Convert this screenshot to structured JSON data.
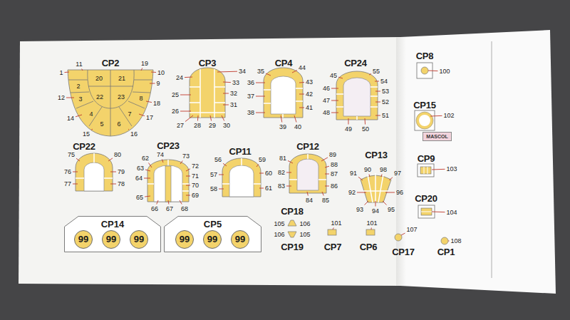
{
  "diagram": {
    "nodes": [
      {
        "text": [
          "MASCOL"
        ]
      },
      {
        "text": [
          "CP14"
        ]
      },
      {
        "text": [
          "99"
        ],
        "in": 1
      },
      {
        "text": [
          "99"
        ],
        "in": 1
      },
      {
        "text": [
          "99"
        ],
        "in": 1
      },
      {
        "text": [
          "CP5"
        ]
      },
      {
        "text": [
          "99"
        ],
        "in": 5
      },
      {
        "text": [
          "99"
        ],
        "in": 5
      },
      {
        "text": [
          "99"
        ],
        "in": 5
      }
    ],
    "labels": [
      "CP2",
      "11",
      "19",
      "1",
      "10",
      "2",
      "9",
      "12",
      "3",
      "18",
      "8",
      "14",
      "4",
      "7",
      "17",
      "15",
      "5",
      "6",
      "16",
      "20",
      "21",
      "22",
      "23",
      "CP3",
      "24",
      "34",
      "33",
      "25",
      "32",
      "31",
      "26",
      "27",
      "28",
      "29",
      "30",
      "CP4",
      "35",
      "44",
      "36",
      "43",
      "37",
      "42",
      "41",
      "38",
      "39",
      "40",
      "CP24",
      "45",
      "55",
      "54",
      "46",
      "53",
      "47",
      "52",
      "48",
      "51",
      "49",
      "50",
      "CP22",
      "75",
      "80",
      "76",
      "79",
      "77",
      "78",
      "CP23",
      "62",
      "74",
      "73",
      "63",
      "72",
      "64",
      "71",
      "70",
      "69",
      "65",
      "66",
      "67",
      "68",
      "CP11",
      "56",
      "59",
      "57",
      "60",
      "58",
      "61",
      "CP12",
      "81",
      "89",
      "88",
      "82",
      "87",
      "83",
      "86",
      "84",
      "85",
      "CP13",
      "91",
      "90",
      "98",
      "97",
      "92",
      "96",
      "93",
      "94",
      "95",
      "CP18",
      "105",
      "106",
      "106",
      "105",
      "CP19",
      "101",
      "CP7",
      "101",
      "CP6",
      "CP8",
      "100",
      "CP15",
      "102",
      "CP9",
      "103",
      "CP20",
      "104",
      "107",
      "CP17",
      "108",
      "CP1"
    ]
  }
}
